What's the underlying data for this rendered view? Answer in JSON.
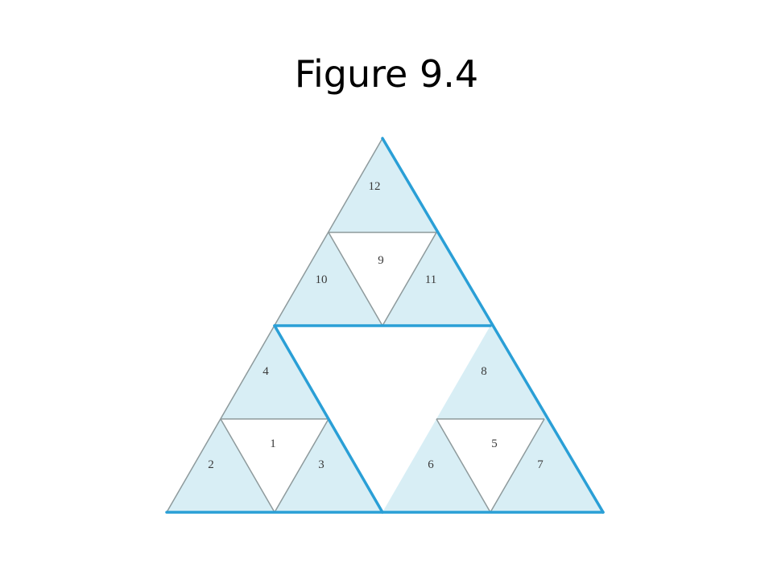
{
  "slide": {
    "title": "Figure 9.4"
  },
  "figure": {
    "fill_color": "#d8eef5",
    "edge_color": "#7f8c8d",
    "highlight_color": "#2a9fd6",
    "labels": [
      "12",
      "9",
      "10",
      "11",
      "4",
      "8",
      "1",
      "2",
      "3",
      "5",
      "6",
      "7"
    ]
  }
}
